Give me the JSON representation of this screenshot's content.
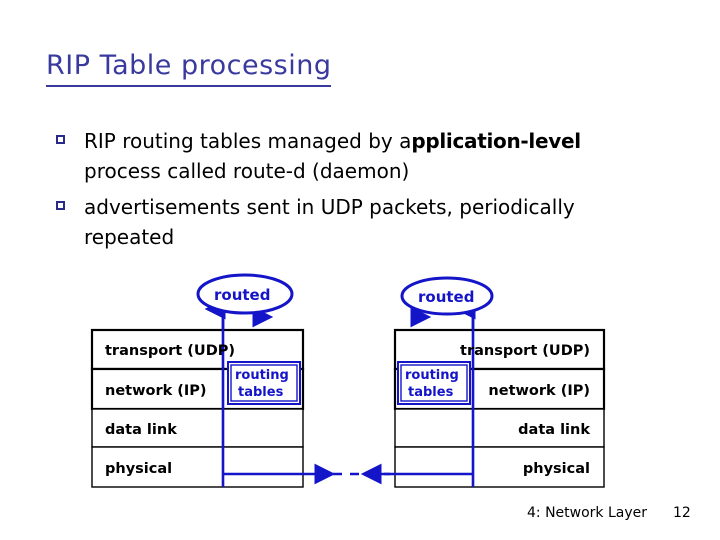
{
  "slide": {
    "title": "RIP Table processing",
    "title_color": "#3a3a9e",
    "bullet_color": "#2a2a8c",
    "diagram_accent": "#1414c8",
    "bullets": [
      {
        "marker": "hollow-square-bullet",
        "parts": [
          {
            "text": "RIP routing tables managed by a",
            "bold": false
          },
          {
            "text": "pplication-level",
            "bold": true
          },
          {
            "text": " process called route-d (daemon)",
            "bold": false
          }
        ],
        "plain": "RIP routing tables managed by application-level process called route-d (daemon)"
      },
      {
        "marker": "hollow-square-bullet",
        "parts": [
          {
            "text": "advertisements sent in UDP packets, periodically repeated",
            "bold": false
          }
        ],
        "plain": "advertisements sent in UDP packets, periodically repeated"
      }
    ]
  },
  "diagram": {
    "left_stack": {
      "daemon_label": "routed",
      "routing_tables_label_line1": "routing",
      "routing_tables_label_line2": "tables",
      "layers": [
        {
          "label": "transport (UDP)"
        },
        {
          "label": "network (IP)"
        },
        {
          "label": "data link"
        },
        {
          "label": "physical"
        }
      ]
    },
    "right_stack": {
      "daemon_label": "routed",
      "routing_tables_label_line1": "routing",
      "routing_tables_label_line2": "tables",
      "layers": [
        {
          "label": "transport (UDP)"
        },
        {
          "label": "network (IP)"
        },
        {
          "label": "data link"
        },
        {
          "label": "physical"
        }
      ]
    }
  },
  "footer": {
    "section": "4: Network Layer",
    "page": "12"
  }
}
